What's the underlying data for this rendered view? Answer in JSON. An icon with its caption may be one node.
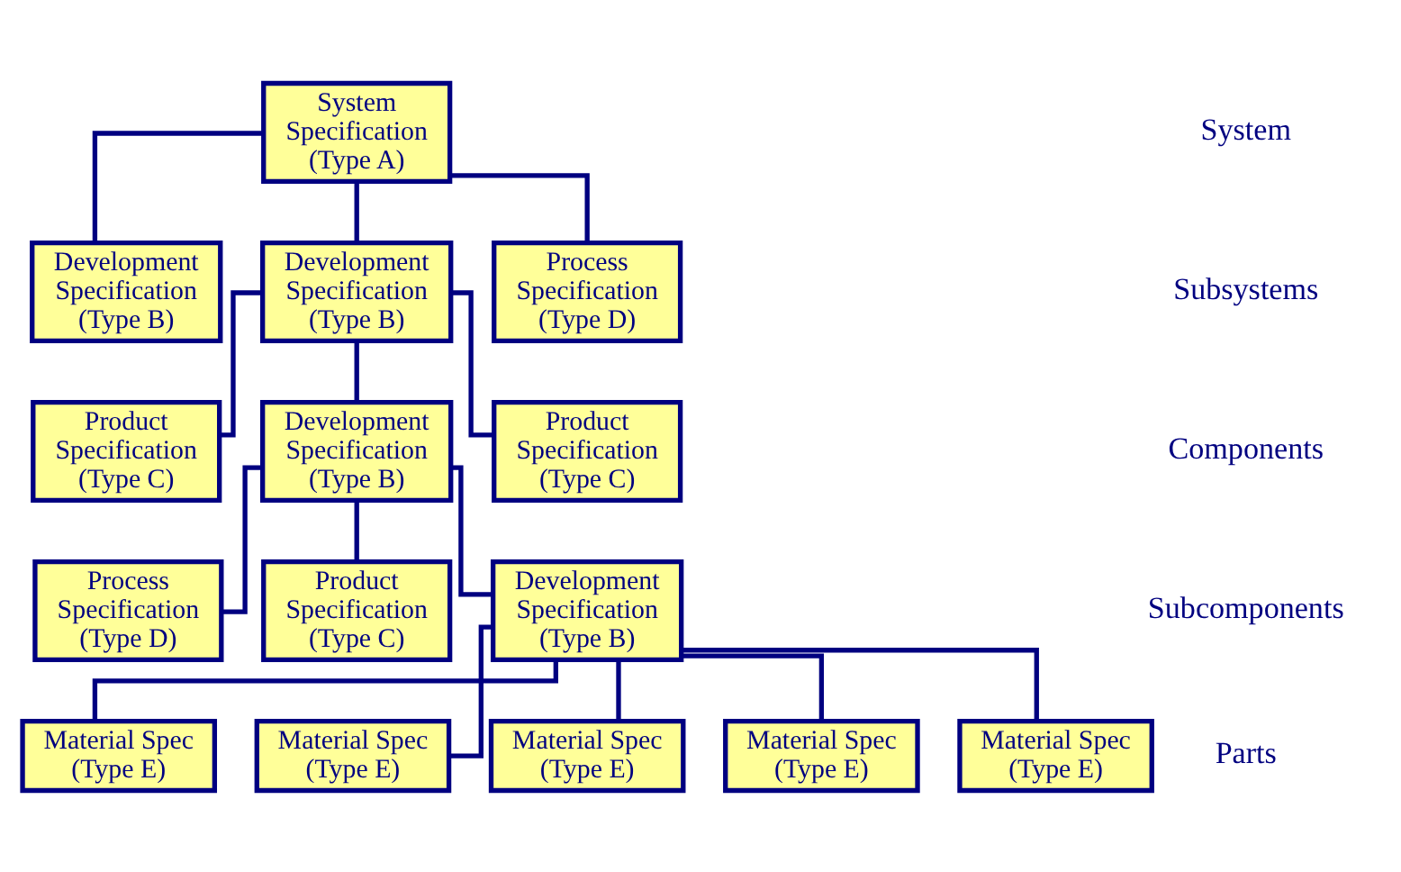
{
  "diagram": {
    "nodes": [
      {
        "text": [
          "System Specification (Type A)"
        ]
      },
      {
        "text": [
          "Development Specification (Type B)"
        ]
      },
      {
        "text": [
          "Development Specification (Type B)"
        ]
      },
      {
        "text": [
          "Process Specification (Type D)"
        ]
      },
      {
        "text": [
          "Product Specification (Type C)"
        ]
      },
      {
        "text": [
          "Development Specification (Type B)"
        ]
      },
      {
        "text": [
          "Product Specification (Type C)"
        ]
      },
      {
        "text": [
          "Process Specification (Type D)"
        ]
      },
      {
        "text": [
          "Product Specification (Type C)"
        ]
      },
      {
        "text": [
          "Development Specification (Type B)"
        ]
      },
      {
        "text": [
          "Material Spec (Type E)"
        ]
      },
      {
        "text": [
          "Material Spec (Type E)"
        ]
      },
      {
        "text": [
          "Material Spec (Type E)"
        ]
      },
      {
        "text": [
          "Material Spec (Type E)"
        ]
      },
      {
        "text": [
          "Material Spec (Type E)"
        ]
      }
    ],
    "edges": [
      {
        "from": 0,
        "to": 1,
        "arrow": "none"
      },
      {
        "from": 0,
        "to": 2,
        "arrow": "none"
      },
      {
        "from": 0,
        "to": 3,
        "arrow": "none"
      },
      {
        "from": 2,
        "to": 4,
        "arrow": "none"
      },
      {
        "from": 2,
        "to": 5,
        "arrow": "none"
      },
      {
        "from": 2,
        "to": 6,
        "arrow": "none"
      },
      {
        "from": 5,
        "to": 7,
        "arrow": "none"
      },
      {
        "from": 5,
        "to": 8,
        "arrow": "none"
      },
      {
        "from": 5,
        "to": 9,
        "arrow": "none"
      },
      {
        "from": 9,
        "to": 10,
        "arrow": "none"
      },
      {
        "from": 9,
        "to": 11,
        "arrow": "none"
      },
      {
        "from": 9,
        "to": 12,
        "arrow": "none"
      },
      {
        "from": 9,
        "to": 13,
        "arrow": "none"
      },
      {
        "from": 9,
        "to": 14,
        "arrow": "none"
      }
    ],
    "labels": [
      "System",
      "Subsystems",
      "Components",
      "Subcomponents",
      "Parts"
    ]
  }
}
